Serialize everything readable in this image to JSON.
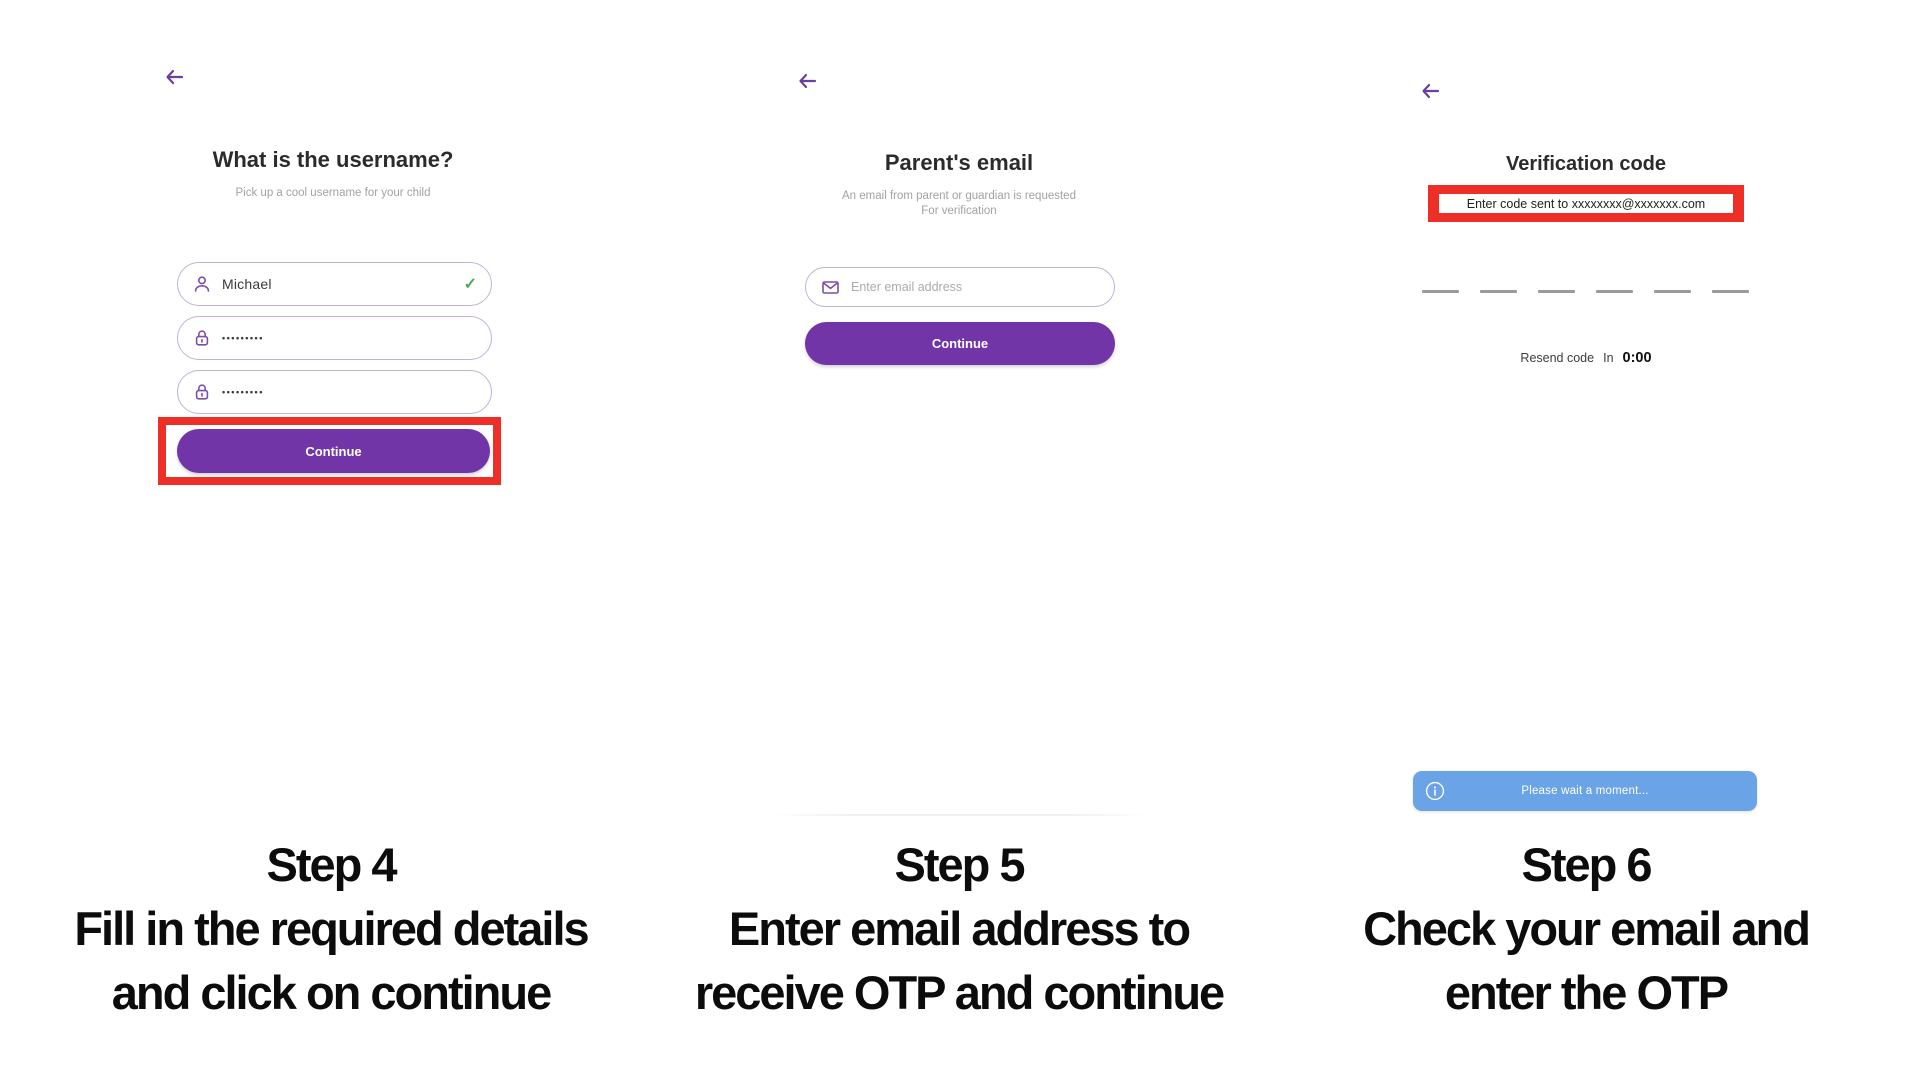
{
  "panels": [
    {
      "step_label": "Step 4",
      "caption_lines": [
        "Fill in the required details",
        "and click on continue"
      ],
      "screen": {
        "title": "What is the username?",
        "subtitle": "Pick up a cool username for your child",
        "username_value": "Michael",
        "username_valid_mark": "✓",
        "password_value": "•••••••••",
        "confirm_password_value": "•••••••••",
        "continue_label": "Continue"
      }
    },
    {
      "step_label": "Step 5",
      "caption_lines": [
        "Enter email address to",
        "receive OTP and continue"
      ],
      "screen": {
        "title": "Parent's email",
        "subtitle_line1": "An email from parent or guardian is requested",
        "subtitle_line2": "For verification",
        "email_placeholder": "Enter email address",
        "continue_label": "Continue"
      }
    },
    {
      "step_label": "Step 6",
      "caption_lines": [
        "Check your email and",
        "enter the OTP"
      ],
      "screen": {
        "title": "Verification code",
        "sent_to_text": "Enter code sent to xxxxxxxx@xxxxxxx.com",
        "otp_slot_count": 6,
        "resend_label": "Resend code",
        "resend_in_label": "In",
        "timer_value": "0:00",
        "toast_text": "Please wait a moment..."
      }
    }
  ],
  "colors": {
    "accent_purple": "#7135a8",
    "arrow_purple": "#6b3f9e",
    "field_border_purple": "#c3b1d6",
    "valid_green": "#52a95c",
    "highlight_red": "#ee2f27",
    "toast_blue": "#6aa3e6",
    "subtitle_gray": "#a2a2a2",
    "title_dark": "#2b2b2b"
  }
}
